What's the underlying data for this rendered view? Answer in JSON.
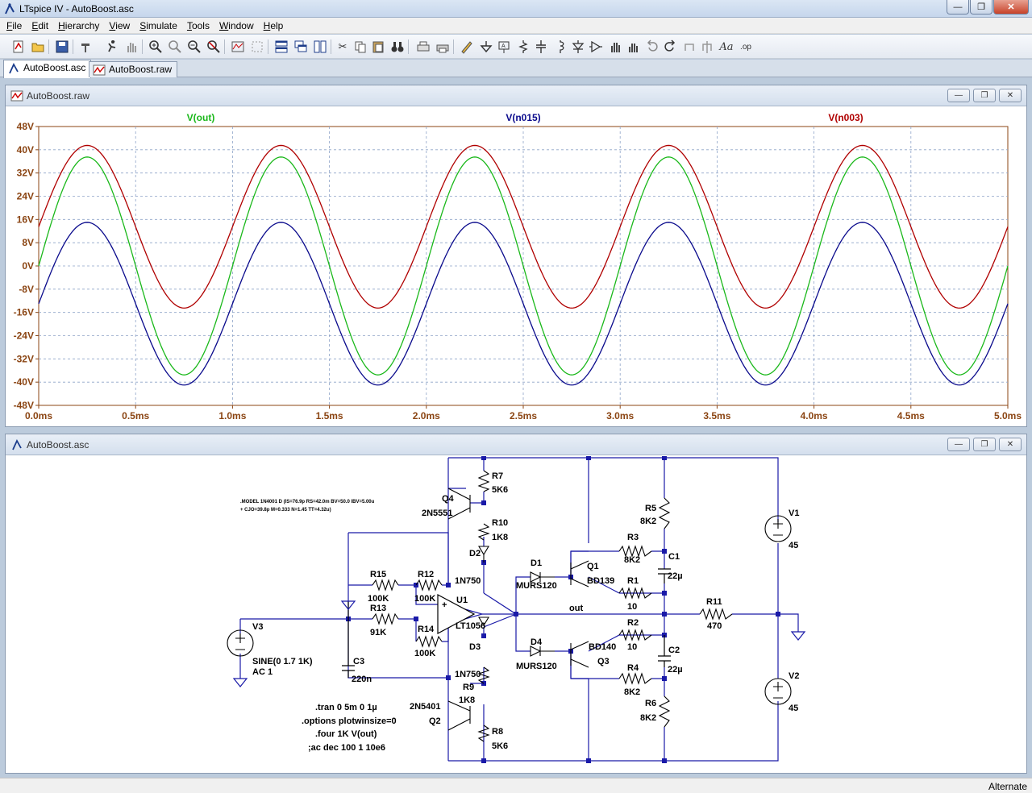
{
  "window": {
    "title": "LTspice IV - AutoBoost.asc",
    "minimize": "—",
    "maximize": "❐",
    "close": "✕"
  },
  "menu": [
    {
      "key": "F",
      "rest": "ile"
    },
    {
      "key": "E",
      "rest": "dit"
    },
    {
      "key": "H",
      "rest": "ierarchy"
    },
    {
      "key": "V",
      "rest": "iew"
    },
    {
      "key": "S",
      "rest": "imulate"
    },
    {
      "key": "T",
      "rest": "ools"
    },
    {
      "key": "W",
      "rest": "indow"
    },
    {
      "key": "H",
      "rest": "elp"
    }
  ],
  "tabs": [
    "AutoBoost.asc",
    "AutoBoost.raw"
  ],
  "plot_window": {
    "title": "AutoBoost.raw",
    "buttons": [
      "—",
      "❐",
      "✕"
    ]
  },
  "schematic_window": {
    "title": "AutoBoost.asc",
    "buttons": [
      "—",
      "❐",
      "✕"
    ]
  },
  "chart_data": {
    "type": "line",
    "x_unit": "ms",
    "x_ticks": [
      "0.0ms",
      "0.5ms",
      "1.0ms",
      "1.5ms",
      "2.0ms",
      "2.5ms",
      "3.0ms",
      "3.5ms",
      "4.0ms",
      "4.5ms",
      "5.0ms"
    ],
    "y_ticks": [
      "48V",
      "40V",
      "32V",
      "24V",
      "16V",
      "8V",
      "0V",
      "-8V",
      "-16V",
      "-24V",
      "-32V",
      "-40V",
      "-48V"
    ],
    "xlim": [
      0,
      5
    ],
    "ylim": [
      -48,
      48
    ],
    "grid": true,
    "series": [
      {
        "name": "V(out)",
        "color": "#1ab81a",
        "amplitude": 37.5,
        "offset": 0,
        "freq_khz": 1
      },
      {
        "name": "V(n015)",
        "color": "#0a0a8c",
        "amplitude": 28,
        "offset": -13,
        "freq_khz": 1
      },
      {
        "name": "V(n003)",
        "color": "#b00000",
        "amplitude": 28,
        "offset": 13.5,
        "freq_khz": 1
      }
    ]
  },
  "schematic": {
    "model_line1": ".MODEL 1N4001 D  (IS=76.9p RS=42.0m BV=50.0 IBV=5.00u",
    "model_line2": "+ CJO=39.8p  M=0.333 N=1.45 TT=4.32u)",
    "components": {
      "Q4": "Q4",
      "Q4m": "2N5551",
      "R7": "R7",
      "R7v": "5K6",
      "R10": "R10",
      "R10v": "1K8",
      "D2": "D2",
      "D2m": "1N750",
      "R15": "R15",
      "R15v": "100K",
      "R12": "R12",
      "R12v": "100K",
      "U1": "U1",
      "U1m": "LT1056",
      "R13": "R13",
      "R13v": "91K",
      "R14": "R14",
      "R14v": "100K",
      "V3": "V3",
      "V3a": "SINE(0 1.7 1K)",
      "V3b": "AC 1",
      "C3": "C3",
      "C3v": "220n",
      "D3": "D3",
      "D3m": "1N750",
      "R9": "R9",
      "R9v": "1K8",
      "Q2": "Q2",
      "Q2m": "2N5401",
      "R8": "R8",
      "R8v": "5K6",
      "D1": "D1",
      "D1m": "MURS120",
      "D4": "D4",
      "D4m": "MURS120",
      "Q1": "Q1",
      "Q1m": "BD139",
      "Q3": "Q3",
      "Q3m": "BD140",
      "R3": "R3",
      "R3v": "8K2",
      "R1": "R1",
      "R1v": "10",
      "R2": "R2",
      "R2v": "10",
      "R4": "R4",
      "R4v": "8K2",
      "R5": "R5",
      "R5v": "8K2",
      "R6": "R6",
      "R6v": "8K2",
      "C1": "C1",
      "C1v": "22µ",
      "C2": "C2",
      "C2v": "22µ",
      "R11": "R11",
      "R11v": "470",
      "V1": "V1",
      "V1v": "45",
      "V2": "V2",
      "V2v": "45",
      "net_out": "out"
    },
    "directives": [
      ".tran 0 5m 0 1µ",
      ".options plotwinsize=0",
      ".four 1K V(out)",
      ";ac dec 100 1 10e6"
    ]
  },
  "status": {
    "mode": "Alternate"
  }
}
